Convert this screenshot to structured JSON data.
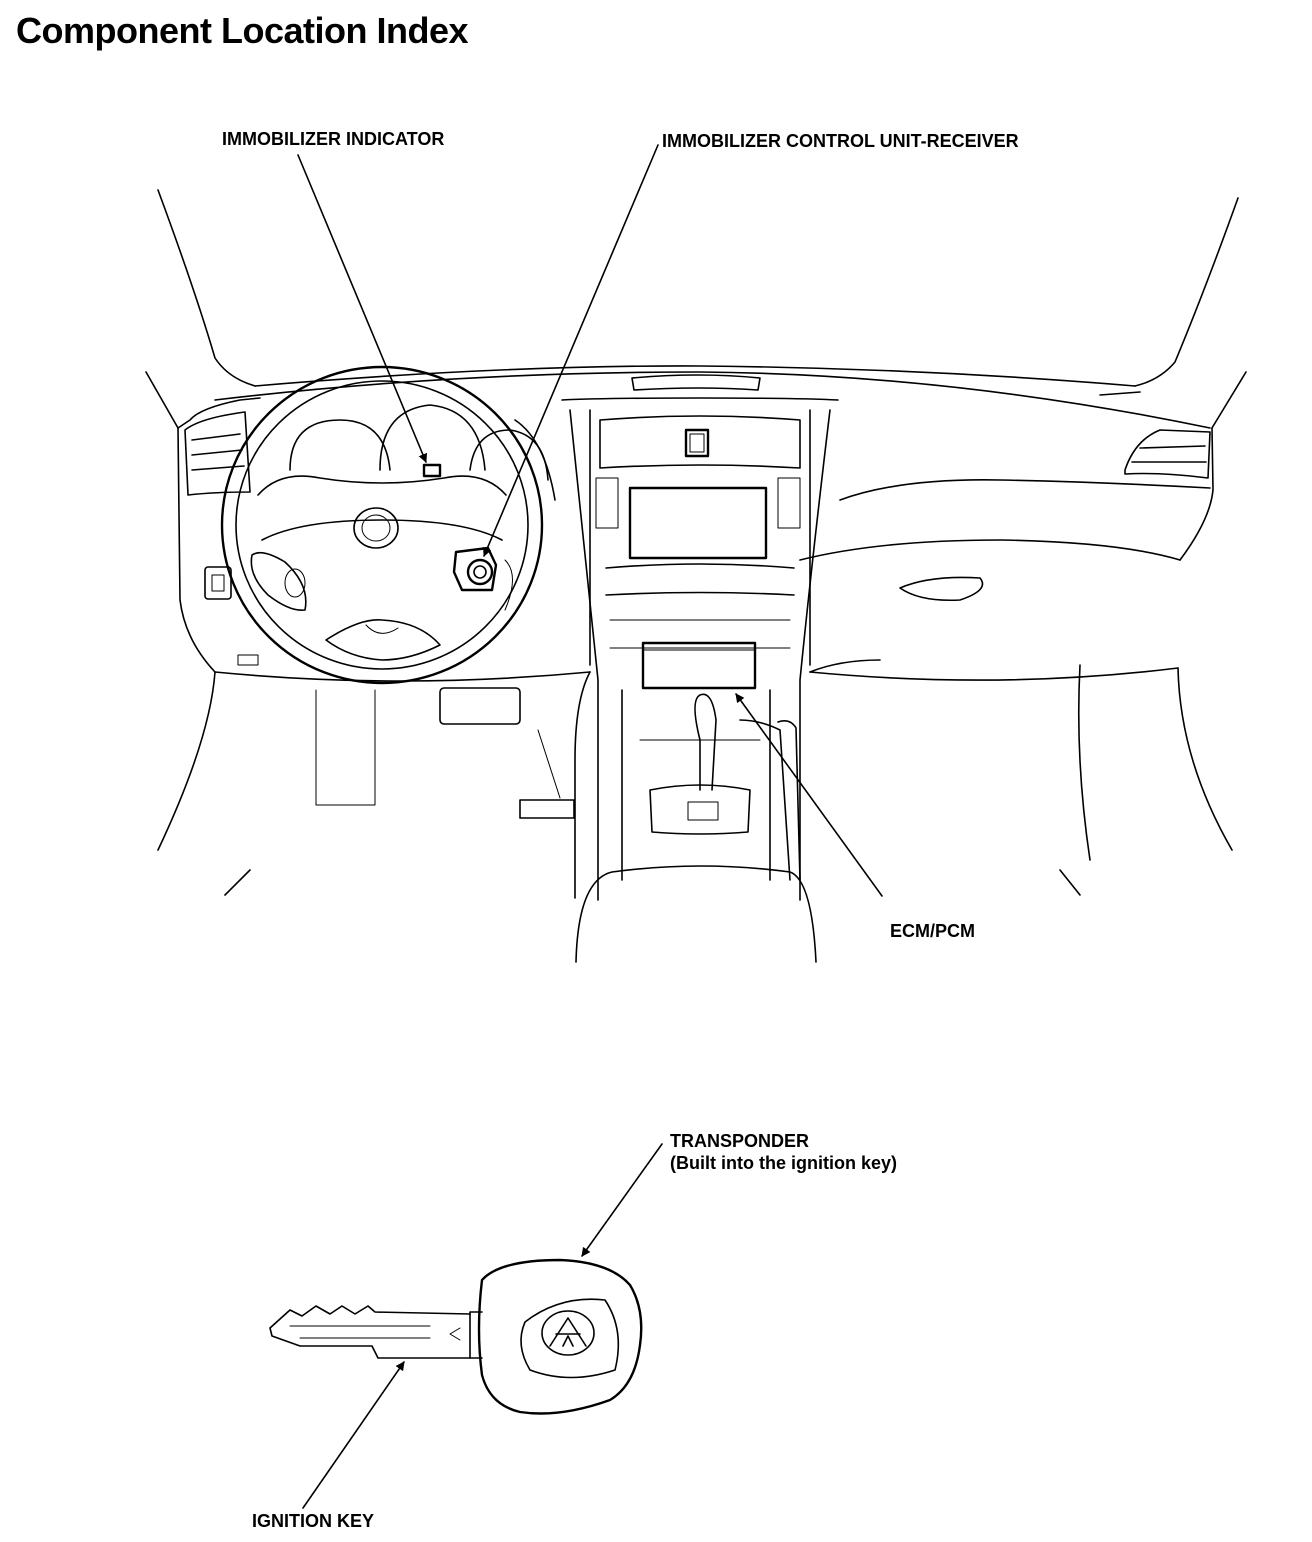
{
  "page": {
    "title": "Component Location Index"
  },
  "callouts": {
    "immobilizer_indicator": "IMMOBILIZER INDICATOR",
    "immobilizer_control_unit_receiver": "IMMOBILIZER CONTROL UNIT-RECEIVER",
    "ecm_pcm": "ECM/PCM",
    "transponder": "TRANSPONDER",
    "transponder_note": "(Built into the ignition key)",
    "ignition_key": "IGNITION  KEY"
  },
  "colors": {
    "ink": "#000000",
    "paper": "#ffffff"
  },
  "icons": {
    "key_logo": "acura-logo-icon",
    "arrow": "arrowhead-icon"
  }
}
